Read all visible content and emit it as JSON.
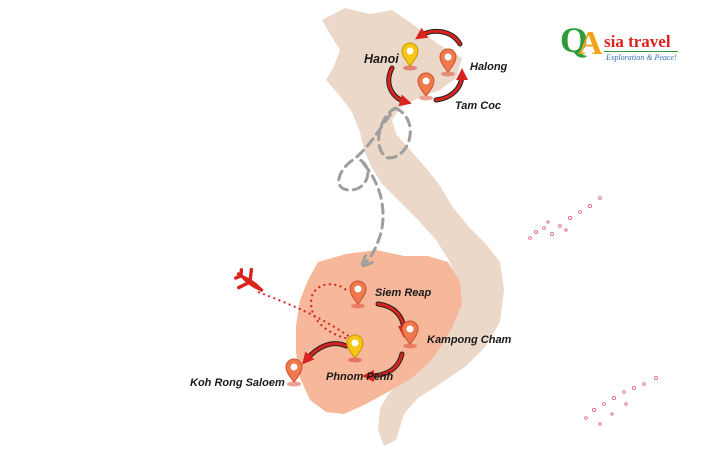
{
  "brand": {
    "name": "sia travel",
    "tagline": "Exploration & Peace!",
    "logo_letters": [
      "Q",
      "A"
    ],
    "colors": {
      "green": "#2e9b3a",
      "orange": "#f2a31b",
      "red": "#d8231f",
      "blue": "#2e6fb5"
    }
  },
  "map": {
    "colors": {
      "vietnam_land": "#ecd8c8",
      "cambodia_land": "#f6b79a",
      "route_arrow": "#d8231f",
      "flight_path": "#9e9e9e",
      "pin_red": "#f07a4e",
      "pin_yellow": "#f5c518"
    },
    "icons": [
      "map-pin-icon",
      "airplane-icon",
      "curved-arrow-icon"
    ],
    "locations": [
      {
        "id": "hanoi",
        "label": "Hanoi",
        "pin": "yellow"
      },
      {
        "id": "halong",
        "label": "Halong",
        "pin": "red"
      },
      {
        "id": "tamcoc",
        "label": "Tam Coc",
        "pin": "red"
      },
      {
        "id": "siemreap",
        "label": "Siem Reap",
        "pin": "red"
      },
      {
        "id": "kampongcham",
        "label": "Kampong Cham",
        "pin": "red"
      },
      {
        "id": "phnompenh",
        "label": "Phnom Penh",
        "pin": "yellow"
      },
      {
        "id": "kohrong",
        "label": "Koh Rong Saloem",
        "pin": "red"
      }
    ]
  }
}
